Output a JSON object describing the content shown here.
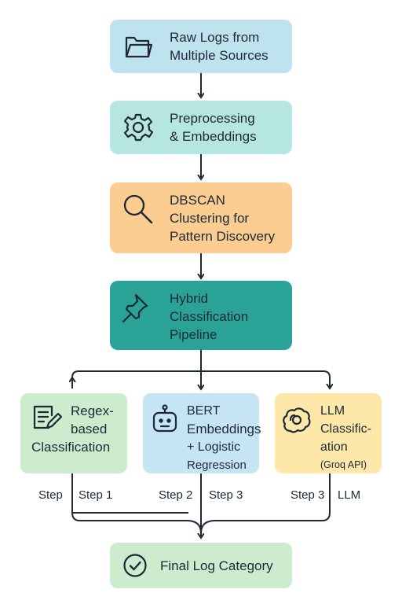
{
  "colors": {
    "blue_box": "#bfe3ee",
    "teal_light": "#b5e6df",
    "orange": "#fbcd91",
    "teal_dark": "#2aa396",
    "green": "#cdeccd",
    "light_blue": "#c6e5f4",
    "yellow": "#fde8a9",
    "line": "#1d2a35"
  },
  "nodes": {
    "raw_logs": {
      "icon": "folder-icon",
      "lines": [
        "Raw Logs from",
        "Multiple Sources"
      ]
    },
    "preprocessing": {
      "icon": "gear-icon",
      "lines": [
        "Preprocessing",
        "& Embeddings"
      ]
    },
    "dbscan": {
      "icon": "magnifier-icon",
      "lines": [
        "DBSCAN",
        "Clustering for",
        "Pattern Discovery"
      ]
    },
    "hybrid": {
      "icon": "pushpin-icon",
      "lines": [
        "Hybrid",
        "Classification",
        "Pipeline"
      ]
    },
    "regex": {
      "icon": "document-edit-icon",
      "lines": [
        "Regex-",
        "based",
        "Classification"
      ]
    },
    "bert": {
      "icon": "robot-icon",
      "lines": [
        "BERT",
        "Embeddings",
        "+ Logistic",
        "Regression"
      ]
    },
    "llm": {
      "icon": "brain-icon",
      "lines": [
        "LLM",
        "Classific-",
        "ation",
        "(Groq API)"
      ]
    },
    "final": {
      "icon": "check-circle-icon",
      "lines": [
        "Final Log Category"
      ]
    }
  },
  "step_labels": [
    "Step",
    "Step 1",
    "Step 2",
    "Step 3",
    "Step 3",
    "LLM"
  ]
}
